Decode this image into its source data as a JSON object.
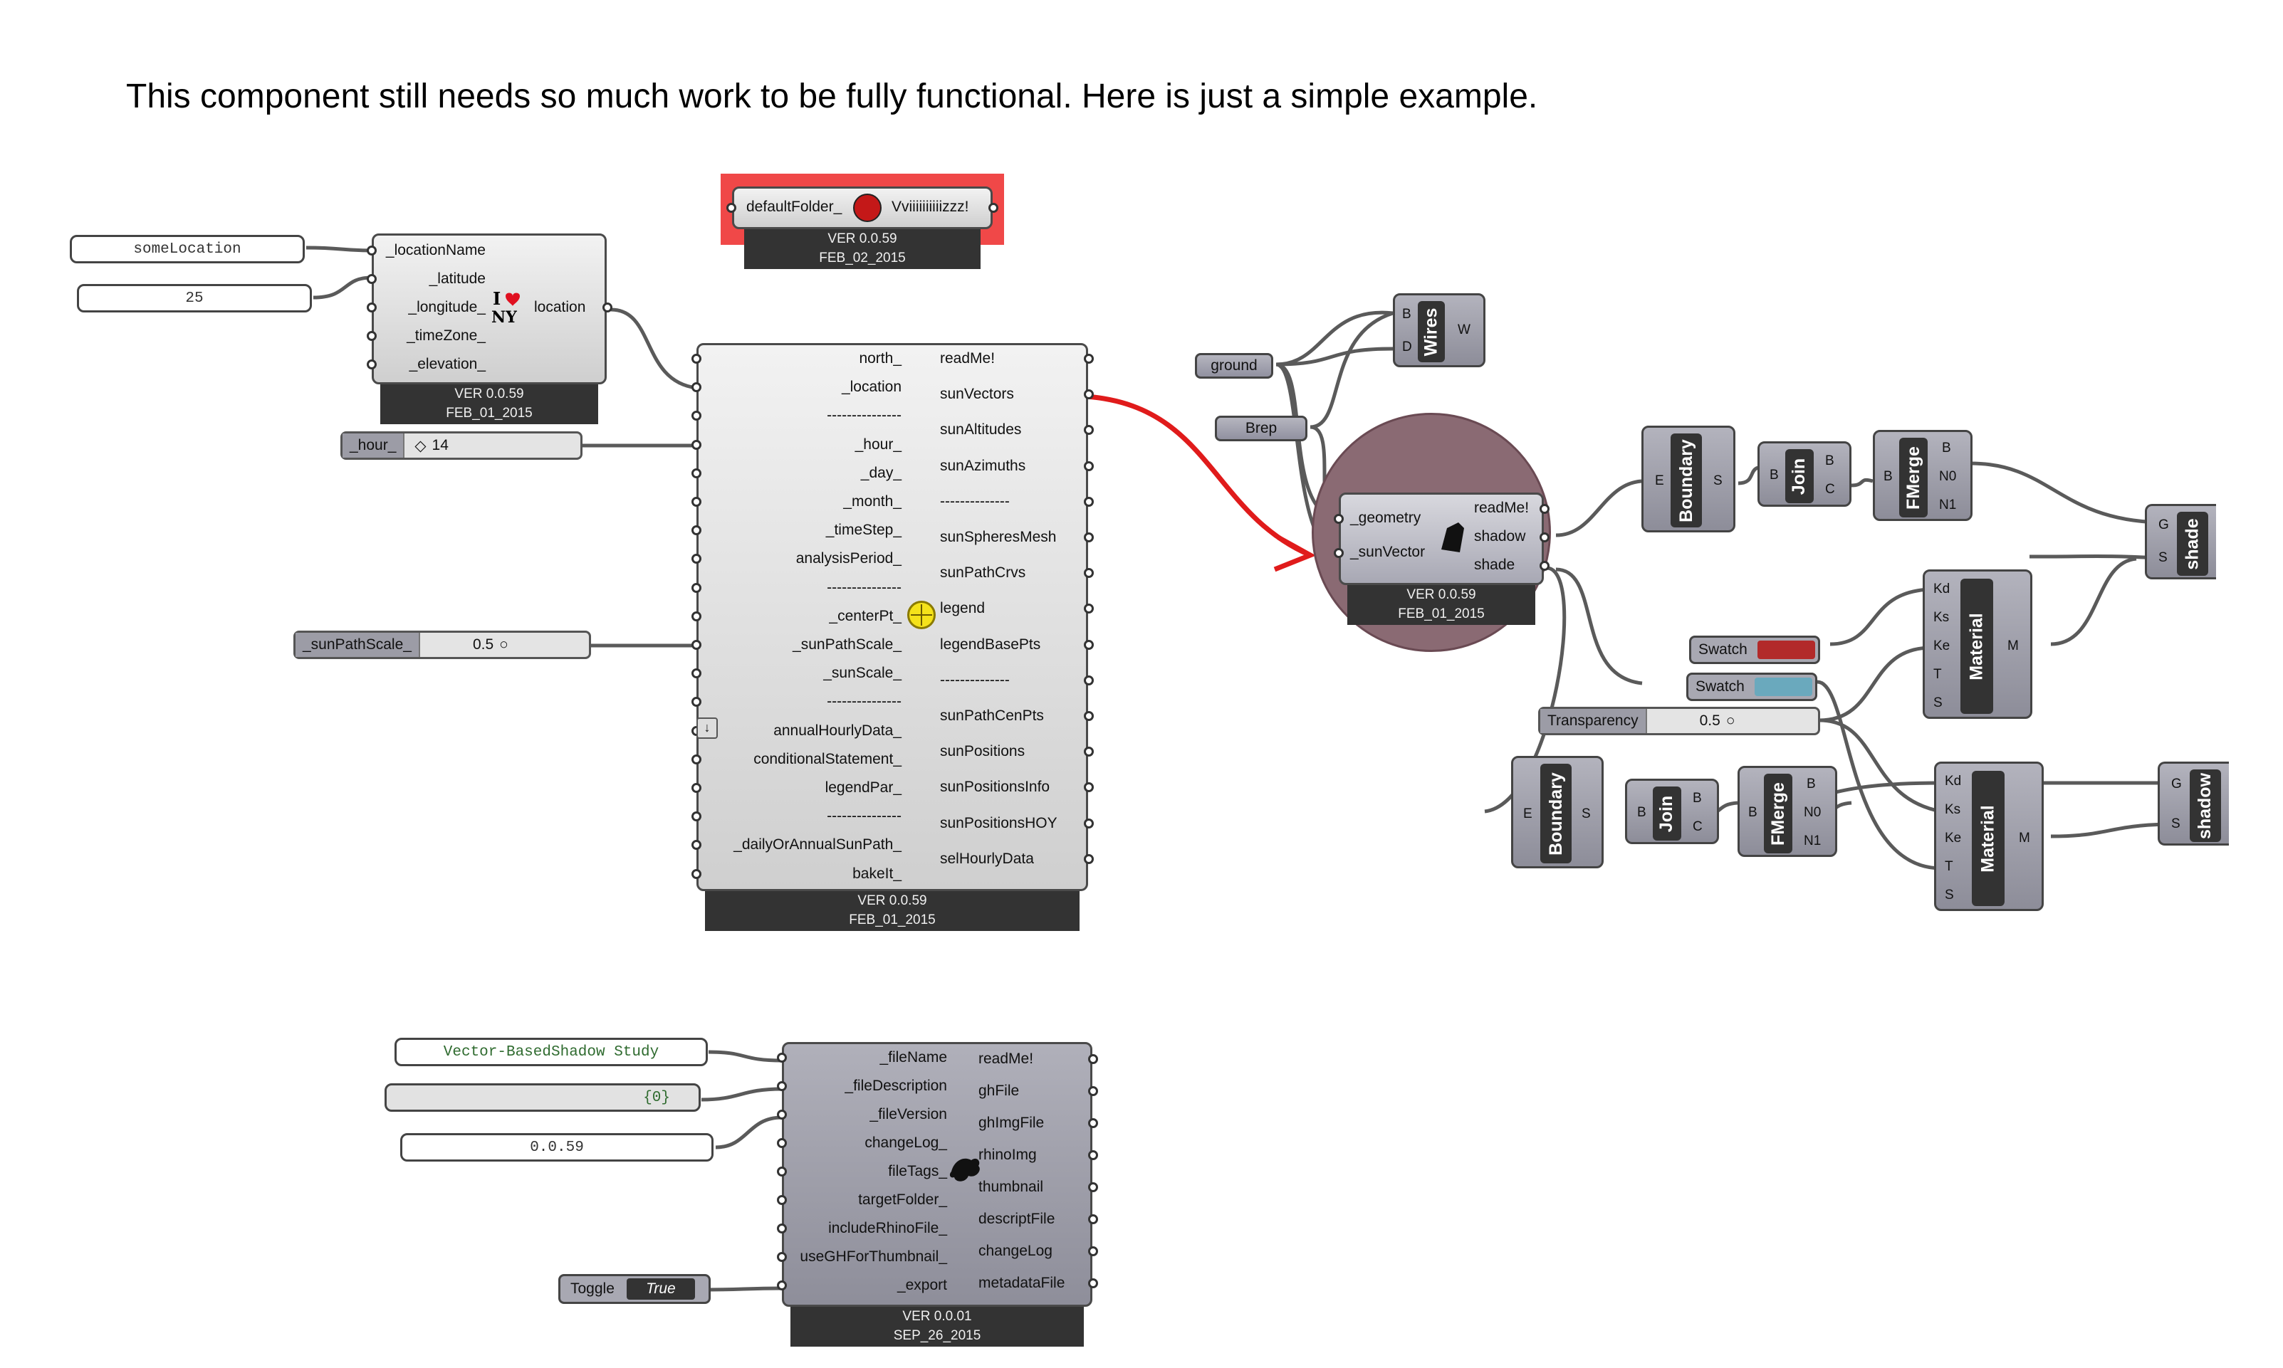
{
  "header": {
    "text": "This component still needs so much work to be fully functional. Here is just a simple example."
  },
  "colors": {
    "wire": "#5a5a5a",
    "highlight_wire": "#e01b1b",
    "component_light": "#dcdcdc",
    "component_dark": "#9a9aa5",
    "footer": "#333333",
    "swatch_red": "#b22a2a",
    "swatch_blue": "#6aa9bd",
    "error_bg": "#f04848",
    "highlight_circle": "#8a6a73"
  },
  "panels": {
    "location_name": "someLocation",
    "latitude": "25",
    "file_name": "Vector-BasedShadow Study",
    "file_description": "{0}",
    "file_version": "0.0.59"
  },
  "default_folder": {
    "input": "defaultFolder_",
    "output": "Vviiiiiiiiiizzz!",
    "version": "VER 0.0.59",
    "date": "FEB_02_2015",
    "icon": "ladybug-icon"
  },
  "location_comp": {
    "inputs": [
      "_locationName",
      "_latitude",
      "_longitude_",
      "_timeZone_",
      "_elevation_"
    ],
    "output": "location",
    "version": "VER 0.0.59",
    "date": "FEB_01_2015",
    "icon": "i-love-ny-icon"
  },
  "hour_slider": {
    "name": "_hour_",
    "value": "14"
  },
  "scale_slider": {
    "name": "_sunPathScale_",
    "value": "0.5"
  },
  "sunpath_comp": {
    "inputs": [
      "north_",
      "_location",
      "---------------",
      "_hour_",
      "_day_",
      "_month_",
      "_timeStep_",
      "analysisPeriod_",
      "---------------",
      "_centerPt_",
      "_sunPathScale_",
      "_sunScale_",
      "---------------",
      "annualHourlyData_",
      "conditionalStatement_",
      "legendPar_",
      "---------------",
      "_dailyOrAnnualSunPath_",
      "bakeIt_"
    ],
    "outputs": [
      "readMe!",
      "sunVectors",
      "sunAltitudes",
      "sunAzimuths",
      "--------------",
      "sunSpheresMesh",
      "sunPathCrvs",
      "legend",
      "legendBasePts",
      "--------------",
      "sunPathCenPts",
      "sunPositions",
      "sunPositionsInfo",
      "sunPositionsHOY",
      "selHourlyData"
    ],
    "version": "VER 0.0.59",
    "date": "FEB_01_2015",
    "icon": "sun-icon"
  },
  "params": {
    "ground": "ground",
    "brep": "Brep"
  },
  "wires_comp": {
    "inputs": [
      "B",
      "D"
    ],
    "name": "Wires",
    "output": "W"
  },
  "shadow_comp": {
    "inputs": [
      "_geometry",
      "_sunVector"
    ],
    "outputs": [
      "readMe!",
      "shadow",
      "shade"
    ],
    "version": "VER 0.0.59",
    "date": "FEB_01_2015",
    "icon": "shadow-icon"
  },
  "boundary": {
    "name": "Boundary",
    "input": "E",
    "output": "S"
  },
  "join": {
    "name": "Join",
    "input": "B",
    "outputs": [
      "B",
      "C"
    ]
  },
  "fmerge": {
    "name": "FMerge",
    "input": "B",
    "outputs": [
      "B",
      "N0",
      "N1"
    ]
  },
  "material": {
    "name": "Material",
    "inputs": [
      "Kd",
      "Ks",
      "Ke",
      "T",
      "S"
    ],
    "output": "M"
  },
  "preview_shade": {
    "name": "shade",
    "inputs": [
      "G",
      "S"
    ]
  },
  "preview_shadow": {
    "name": "shadow",
    "inputs": [
      "G",
      "S"
    ]
  },
  "swatch": {
    "label": "Swatch"
  },
  "transparency": {
    "name": "Transparency",
    "value": "0.5"
  },
  "export_comp": {
    "inputs": [
      "_fileName",
      "_fileDescription",
      "_fileVersion",
      "changeLog_",
      "fileTags_",
      "targetFolder_",
      "includeRhinoFile_",
      "useGHForThumbnail_",
      "_export"
    ],
    "outputs": [
      "readMe!",
      "ghFile",
      "ghImgFile",
      "rhinoImg",
      "thumbnail",
      "descriptFile",
      "changeLog",
      "metadataFile"
    ],
    "version": "VER 0.0.01",
    "date": "SEP_26_2015",
    "icon": "dragon-icon"
  },
  "toggle": {
    "label": "Toggle",
    "value": "True"
  }
}
